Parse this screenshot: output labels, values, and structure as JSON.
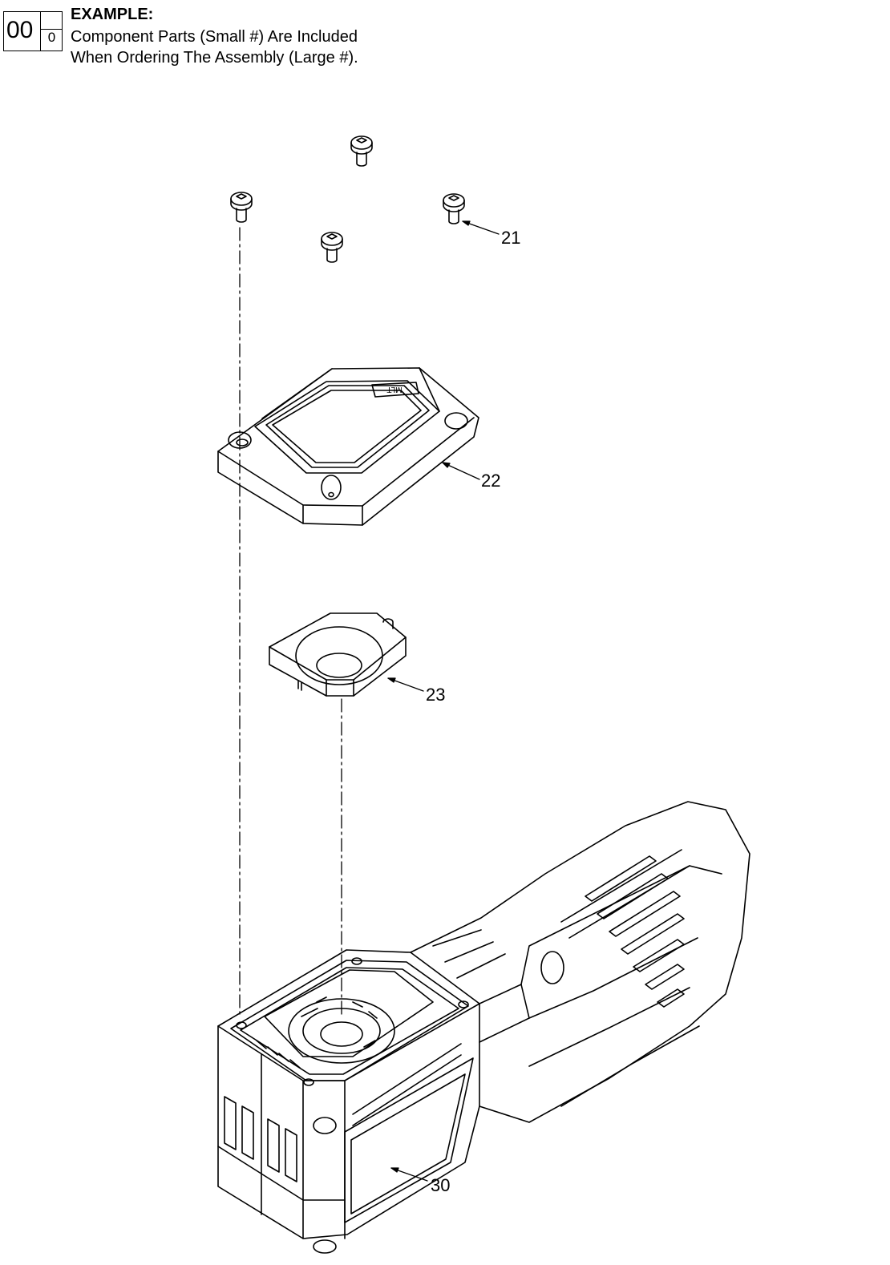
{
  "legend": {
    "big_number": "00",
    "small_number": "0",
    "title": "EXAMPLE:",
    "line1": "Component Parts (Small #) Are Included",
    "line2": "When Ordering The Assembly (Large #)."
  },
  "callouts": [
    {
      "id": "screw",
      "number": "21"
    },
    {
      "id": "lens-cover",
      "number": "22"
    },
    {
      "id": "lens-seal",
      "number": "23"
    },
    {
      "id": "housing-assembly",
      "number": "30"
    }
  ],
  "colors": {
    "line": "#000000",
    "background": "#ffffff"
  },
  "icons": [
    "screw-icon",
    "lens-cover-icon",
    "lens-seal-icon",
    "housing-assembly-icon"
  ]
}
